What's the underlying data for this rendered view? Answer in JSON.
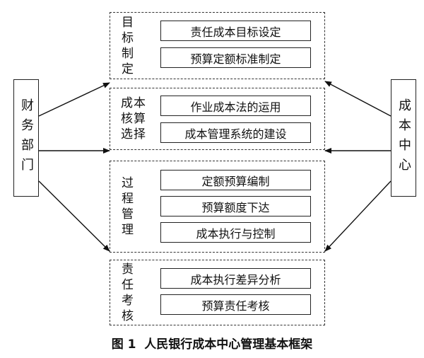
{
  "left_unit": "财务部门",
  "right_unit": "成本中心",
  "phases": [
    {
      "label": [
        "目",
        "标",
        "制",
        "定"
      ],
      "tasks": [
        "责任成本目标设定",
        "预算定额标准制定"
      ]
    },
    {
      "label": [
        "成本",
        "核算",
        "选择"
      ],
      "tasks": [
        "作业成本法的运用",
        "成本管理系统的建设"
      ]
    },
    {
      "label": [
        "过",
        "程",
        "管",
        "理"
      ],
      "tasks": [
        "定额预算编制",
        "预算额度下达",
        "成本执行与控制"
      ]
    },
    {
      "label": [
        "责",
        "任",
        "考",
        "核"
      ],
      "tasks": [
        "成本执行差异分析",
        "预算责任考核"
      ]
    }
  ],
  "caption": "图 1  人民银行成本中心管理基本框架"
}
